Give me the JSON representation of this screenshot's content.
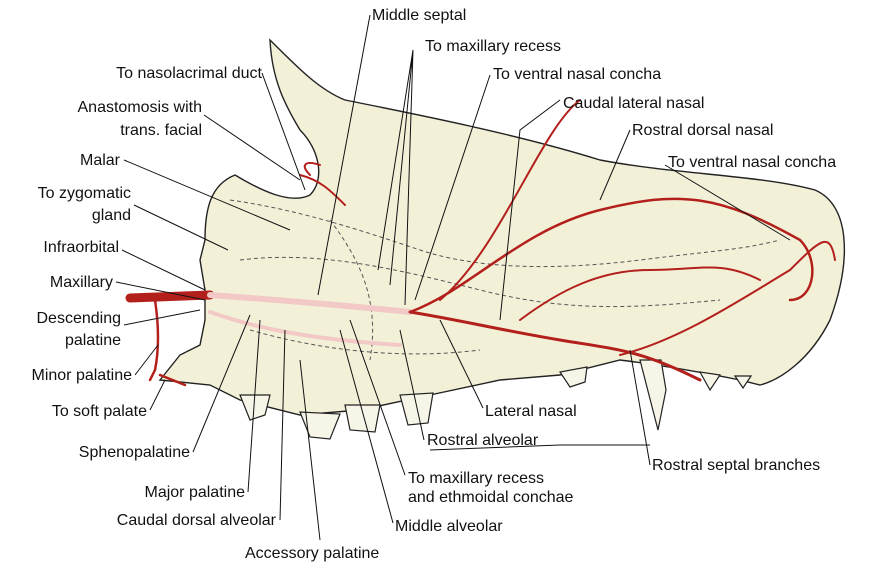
{
  "title": "Arteries of the nasal cavity and maxilla",
  "labels": {
    "middle_septal": "Middle septal",
    "to_maxillary_recess": "To maxillary recess",
    "to_nasolacrimal_duct": "To nasolacrimal duct",
    "to_ventral_nasal_concha_1": "To ventral nasal concha",
    "anastomosis_1": "Anastomosis with",
    "anastomosis_2": "trans. facial",
    "caudal_lateral_nasal": "Caudal lateral nasal",
    "rostral_dorsal_nasal": "Rostral dorsal nasal",
    "malar": "Malar",
    "to_ventral_nasal_concha_2": "To ventral nasal concha",
    "to_zygomatic_1": "To zygomatic",
    "to_zygomatic_2": "gland",
    "infraorbital": "Infraorbital",
    "maxillary": "Maxillary",
    "descending_1": "Descending",
    "descending_2": "palatine",
    "minor_palatine": "Minor palatine",
    "to_soft_palate": "To soft palate",
    "lateral_nasal": "Lateral nasal",
    "rostral_alveolar": "Rostral alveolar",
    "sphenopalatine": "Sphenopalatine",
    "rostral_septal_branches": "Rostral septal branches",
    "to_max_recess_eth_1": "To maxillary recess",
    "to_max_recess_eth_2": "and ethmoidal conchae",
    "major_palatine": "Major palatine",
    "caudal_dorsal_alveolar": "Caudal dorsal alveolar",
    "middle_alveolar": "Middle alveolar",
    "accessory_palatine": "Accessory palatine"
  },
  "colors": {
    "artery": "#b3201c",
    "bone": "#f3f0d8"
  }
}
